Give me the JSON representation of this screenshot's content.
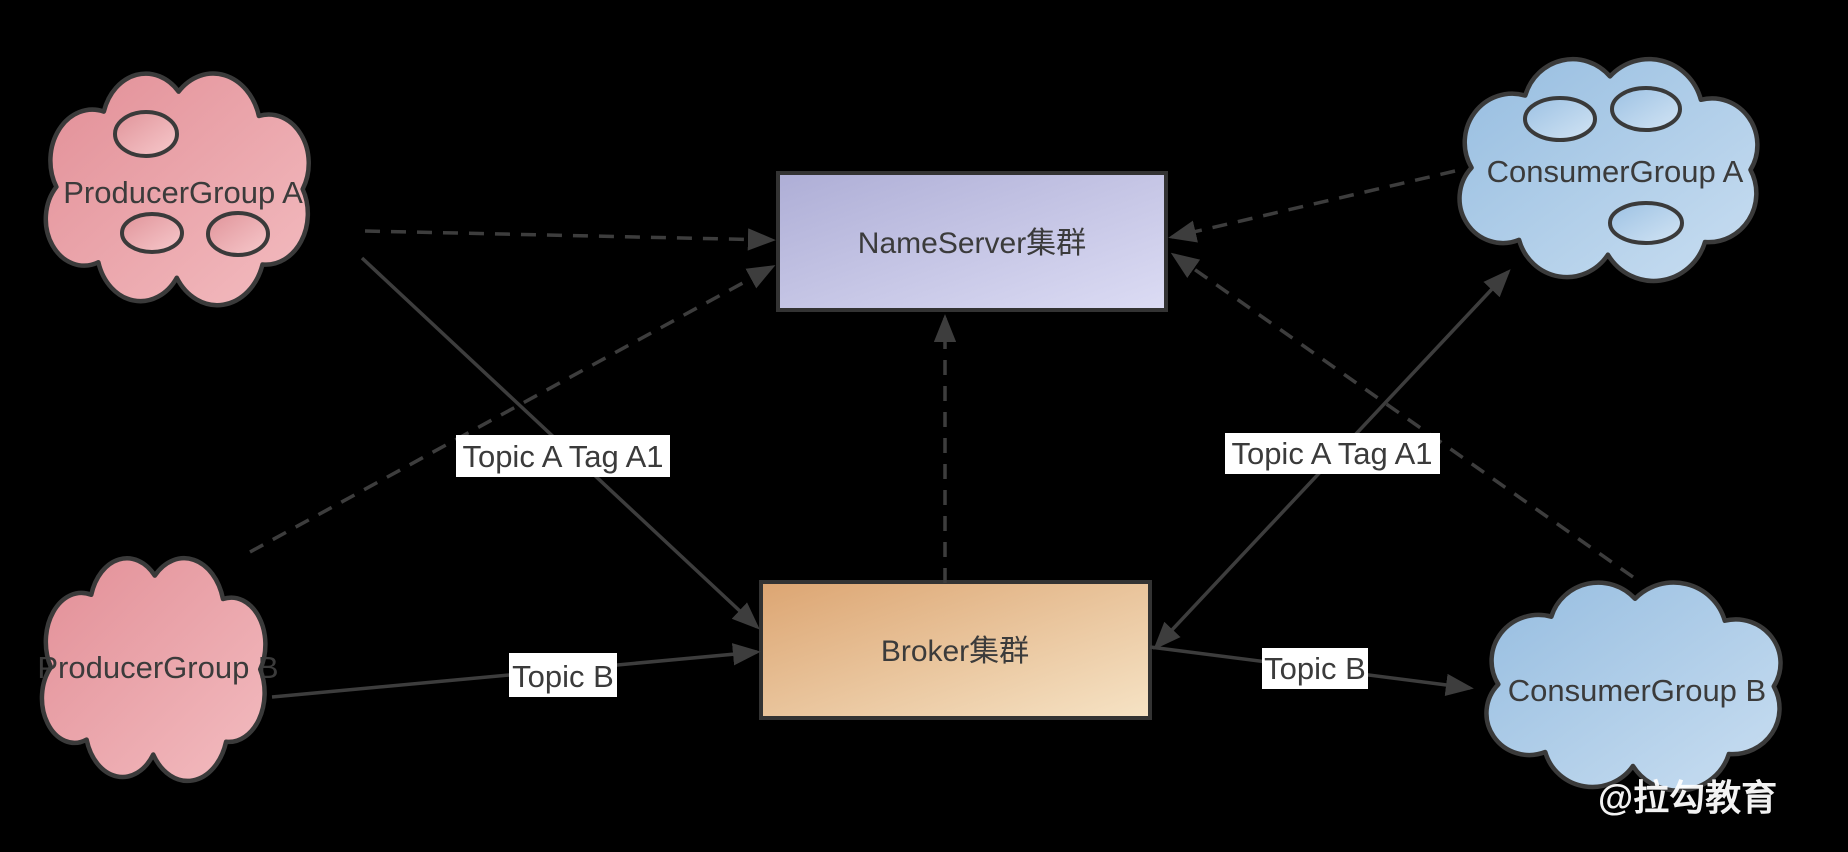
{
  "diagram": {
    "background_color": "#000000",
    "nodes": {
      "producer_group_a": {
        "label": "ProducerGroup A",
        "shape": "cloud",
        "color_theme": "pink",
        "instance_ellipses": 3
      },
      "producer_group_b": {
        "label": "ProducerGroup B",
        "shape": "cloud",
        "color_theme": "pink",
        "instance_ellipses": 0
      },
      "consumer_group_a": {
        "label": "ConsumerGroup A",
        "shape": "cloud",
        "color_theme": "blue",
        "instance_ellipses": 3
      },
      "consumer_group_b": {
        "label": "ConsumerGroup B",
        "shape": "cloud",
        "color_theme": "blue",
        "instance_ellipses": 0
      },
      "nameserver_cluster": {
        "label": "NameServer集群",
        "shape": "rect",
        "color_theme": "lavender"
      },
      "broker_cluster": {
        "label": "Broker集群",
        "shape": "rect",
        "color_theme": "orange"
      }
    },
    "edges": [
      {
        "from": "producer_group_a",
        "to": "nameserver_cluster",
        "style": "dashed",
        "arrow": "to"
      },
      {
        "from": "producer_group_b",
        "to": "nameserver_cluster",
        "style": "dashed",
        "arrow": "to"
      },
      {
        "from": "broker_cluster",
        "to": "nameserver_cluster",
        "style": "dashed",
        "arrow": "to"
      },
      {
        "from": "consumer_group_a",
        "to": "nameserver_cluster",
        "style": "dashed",
        "arrow": "to"
      },
      {
        "from": "consumer_group_b",
        "to": "nameserver_cluster",
        "style": "dashed",
        "arrow": "to"
      },
      {
        "from": "producer_group_a",
        "to": "broker_cluster",
        "style": "solid",
        "arrow": "to",
        "label": "Topic A Tag A1"
      },
      {
        "from": "producer_group_b",
        "to": "broker_cluster",
        "style": "solid",
        "arrow": "to",
        "label": "Topic B"
      },
      {
        "from": "broker_cluster",
        "to": "consumer_group_a",
        "style": "solid",
        "arrow": "both",
        "label": "Topic A Tag A1"
      },
      {
        "from": "broker_cluster",
        "to": "consumer_group_b",
        "style": "solid",
        "arrow": "to",
        "label": "Topic B"
      }
    ],
    "edge_labels": {
      "producer_topic_a": "Topic A Tag A1",
      "producer_topic_b": "Topic B",
      "consumer_topic_a": "Topic A Tag A1",
      "consumer_topic_b": "Topic B"
    },
    "watermark": "@拉勾教育",
    "colors": {
      "line": "#3d3d3d",
      "shape_stroke": "#3a3a3a",
      "label_background": "#ffffff",
      "label_text": "#3b3b3b",
      "pink_dark": "#e29097",
      "pink_light": "#f3bcc0",
      "blue_dark": "#96bde0",
      "blue_light": "#c9def1",
      "lavender_dark": "#aeaed6",
      "lavender_light": "#dcdcf4",
      "orange_dark": "#dca572",
      "orange_light": "#f6e3c5",
      "watermark_text": "#ffffff"
    }
  }
}
